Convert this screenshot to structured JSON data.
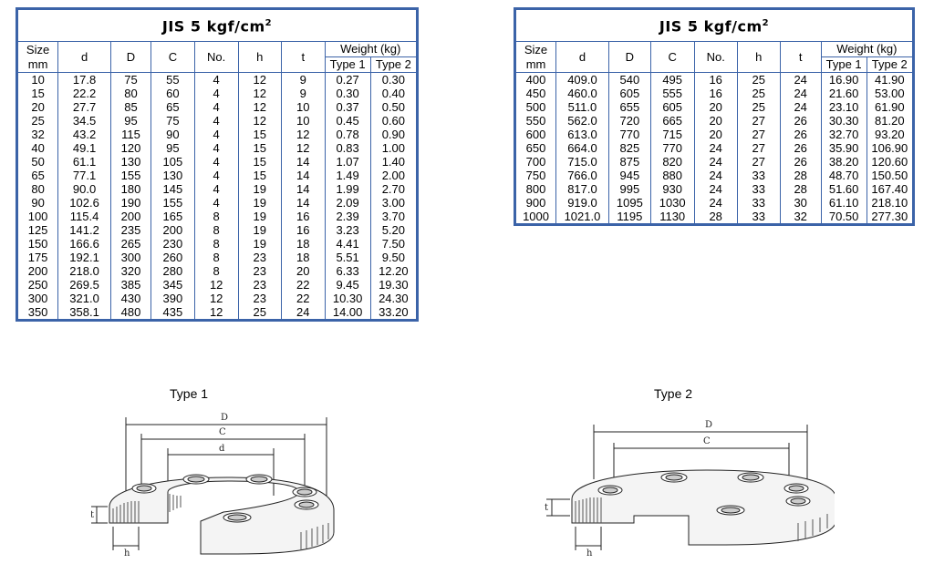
{
  "table1": {
    "title": "JIS 5 kgf/cm",
    "title_sup": "2",
    "headers": {
      "size": "Size",
      "size_unit": "mm",
      "d": "d",
      "D": "D",
      "C": "C",
      "no": "No.",
      "h": "h",
      "t": "t",
      "weight": "Weight (kg)",
      "type1": "Type 1",
      "type2": "Type 2"
    },
    "rows": [
      [
        "10",
        "17.8",
        "75",
        "55",
        "4",
        "12",
        "9",
        "0.27",
        "0.30"
      ],
      [
        "15",
        "22.2",
        "80",
        "60",
        "4",
        "12",
        "9",
        "0.30",
        "0.40"
      ],
      [
        "20",
        "27.7",
        "85",
        "65",
        "4",
        "12",
        "10",
        "0.37",
        "0.50"
      ],
      [
        "25",
        "34.5",
        "95",
        "75",
        "4",
        "12",
        "10",
        "0.45",
        "0.60"
      ],
      [
        "32",
        "43.2",
        "115",
        "90",
        "4",
        "15",
        "12",
        "0.78",
        "0.90"
      ],
      [
        "40",
        "49.1",
        "120",
        "95",
        "4",
        "15",
        "12",
        "0.83",
        "1.00"
      ],
      [
        "50",
        "61.1",
        "130",
        "105",
        "4",
        "15",
        "14",
        "1.07",
        "1.40"
      ],
      [
        "65",
        "77.1",
        "155",
        "130",
        "4",
        "15",
        "14",
        "1.49",
        "2.00"
      ],
      [
        "80",
        "90.0",
        "180",
        "145",
        "4",
        "19",
        "14",
        "1.99",
        "2.70"
      ],
      [
        "90",
        "102.6",
        "190",
        "155",
        "4",
        "19",
        "14",
        "2.09",
        "3.00"
      ],
      [
        "100",
        "115.4",
        "200",
        "165",
        "8",
        "19",
        "16",
        "2.39",
        "3.70"
      ],
      [
        "125",
        "141.2",
        "235",
        "200",
        "8",
        "19",
        "16",
        "3.23",
        "5.20"
      ],
      [
        "150",
        "166.6",
        "265",
        "230",
        "8",
        "19",
        "18",
        "4.41",
        "7.50"
      ],
      [
        "175",
        "192.1",
        "300",
        "260",
        "8",
        "23",
        "18",
        "5.51",
        "9.50"
      ],
      [
        "200",
        "218.0",
        "320",
        "280",
        "8",
        "23",
        "20",
        "6.33",
        "12.20"
      ],
      [
        "250",
        "269.5",
        "385",
        "345",
        "12",
        "23",
        "22",
        "9.45",
        "19.30"
      ],
      [
        "300",
        "321.0",
        "430",
        "390",
        "12",
        "23",
        "22",
        "10.30",
        "24.30"
      ],
      [
        "350",
        "358.1",
        "480",
        "435",
        "12",
        "25",
        "24",
        "14.00",
        "33.20"
      ]
    ]
  },
  "table2": {
    "title": "JIS 5 kgf/cm",
    "title_sup": "2",
    "headers": {
      "size": "Size",
      "size_unit": "mm",
      "d": "d",
      "D": "D",
      "C": "C",
      "no": "No.",
      "h": "h",
      "t": "t",
      "weight": "Weight (kg)",
      "type1": "Type 1",
      "type2": "Type 2"
    },
    "rows": [
      [
        "400",
        "409.0",
        "540",
        "495",
        "16",
        "25",
        "24",
        "16.90",
        "41.90"
      ],
      [
        "450",
        "460.0",
        "605",
        "555",
        "16",
        "25",
        "24",
        "21.60",
        "53.00"
      ],
      [
        "500",
        "511.0",
        "655",
        "605",
        "20",
        "25",
        "24",
        "23.10",
        "61.90"
      ],
      [
        "550",
        "562.0",
        "720",
        "665",
        "20",
        "27",
        "26",
        "30.30",
        "81.20"
      ],
      [
        "600",
        "613.0",
        "770",
        "715",
        "20",
        "27",
        "26",
        "32.70",
        "93.20"
      ],
      [
        "650",
        "664.0",
        "825",
        "770",
        "24",
        "27",
        "26",
        "35.90",
        "106.90"
      ],
      [
        "700",
        "715.0",
        "875",
        "820",
        "24",
        "27",
        "26",
        "38.20",
        "120.60"
      ],
      [
        "750",
        "766.0",
        "945",
        "880",
        "24",
        "33",
        "28",
        "48.70",
        "150.50"
      ],
      [
        "800",
        "817.0",
        "995",
        "930",
        "24",
        "33",
        "28",
        "51.60",
        "167.40"
      ],
      [
        "900",
        "919.0",
        "1095",
        "1030",
        "24",
        "33",
        "30",
        "61.10",
        "218.10"
      ],
      [
        "1000",
        "1021.0",
        "1195",
        "1130",
        "28",
        "33",
        "32",
        "70.50",
        "277.30"
      ]
    ]
  },
  "diagram1": {
    "caption": "Type 1",
    "labels": {
      "D": "D",
      "C": "C",
      "d": "d",
      "t": "t",
      "h": "h"
    }
  },
  "diagram2": {
    "caption": "Type 2",
    "labels": {
      "D": "D",
      "C": "C",
      "t": "t",
      "h": "h"
    }
  }
}
